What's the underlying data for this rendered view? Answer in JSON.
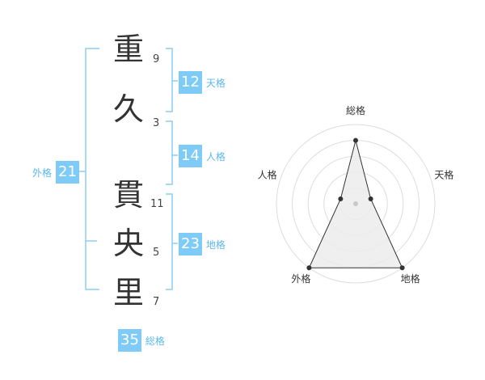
{
  "characters": [
    {
      "char": "重",
      "strokes": "9"
    },
    {
      "char": "久",
      "strokes": "3"
    },
    {
      "char": "貫",
      "strokes": "11"
    },
    {
      "char": "央",
      "strokes": "5"
    },
    {
      "char": "里",
      "strokes": "7"
    }
  ],
  "fortunes": {
    "tenkaku": {
      "value": "12",
      "label": "天格"
    },
    "jinkaku": {
      "value": "14",
      "label": "人格"
    },
    "chikaku": {
      "value": "23",
      "label": "地格"
    },
    "gaikaku": {
      "value": "21",
      "label": "外格"
    },
    "soukaku": {
      "value": "35",
      "label": "総格"
    }
  },
  "colors": {
    "accent": "#7ecbf7",
    "accent_text": "#5db7ec",
    "bracket": "#8ccdf3"
  },
  "chart_data": {
    "type": "radar",
    "axes": [
      "総格",
      "天格",
      "地格",
      "外格",
      "人格"
    ],
    "values": [
      4,
      1,
      5,
      5,
      1
    ],
    "max": 5,
    "rings": 5,
    "grid": true
  }
}
